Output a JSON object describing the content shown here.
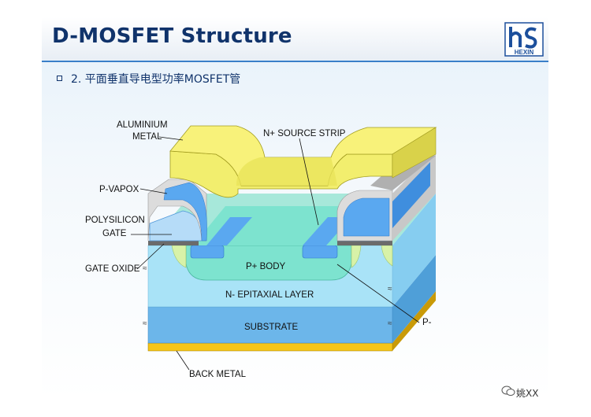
{
  "slide": {
    "title": "D-MOSFET Structure",
    "subtitle": "2. 平面垂直导电型功率MOSFET管",
    "logo_text": "HEXIN",
    "watermark": "姚XX"
  },
  "diagram": {
    "labels": {
      "aluminium": "ALUMINIUM",
      "metal": "METAL",
      "n_source": "N+ SOURCE STRIP",
      "p_vapox": "P-VAPOX",
      "polysilicon": "POLYSILICON",
      "gate": "GATE",
      "gate_oxide": "GATE OXIDE",
      "p_body": "P+ BODY",
      "n_epi": "N- EPITAXIAL LAYER",
      "substrate": "SUBSTRATE",
      "back_metal": "BACK METAL",
      "p_minus": "P-"
    },
    "colors": {
      "metal": "#f2ee6e",
      "metal_dark": "#d9d24a",
      "vapox": "#e0e0e0",
      "poly": "#5aa8f0",
      "oxide": "#666666",
      "p_body": "#7de3cf",
      "epi": "#a9e3f7",
      "substrate": "#6cb6ea",
      "back_metal": "#f5c518"
    }
  }
}
